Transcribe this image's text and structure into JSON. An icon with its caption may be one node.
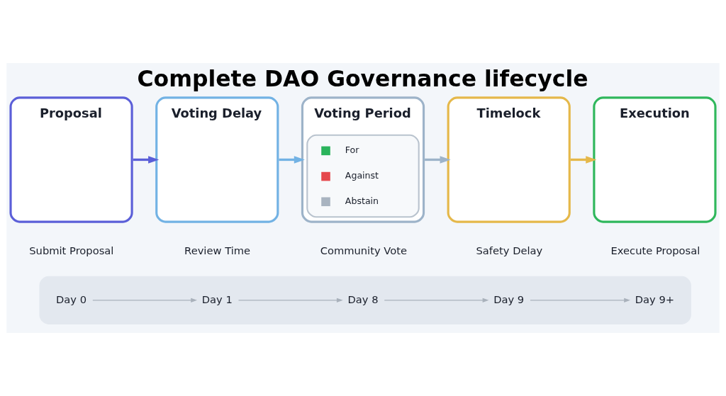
{
  "diagram": {
    "title": "Complete DAO Governance lifecycle",
    "nodes": [
      {
        "text": [
          "Proposal"
        ],
        "beside": [
          "Submit Proposal"
        ]
      },
      {
        "text": [
          "Voting Delay"
        ],
        "beside": [
          "Review Time"
        ]
      },
      {
        "text": [
          "Voting Period",
          "For",
          "Against",
          "Abstain"
        ],
        "beside": [
          "Community Vote"
        ]
      },
      {
        "text": [
          "Timelock"
        ],
        "beside": [
          "Safety Delay"
        ]
      },
      {
        "text": [
          "Execution"
        ],
        "beside": [
          "Execute Proposal"
        ]
      },
      {
        "text": [],
        "shape": "bar"
      },
      {
        "text": [
          "Day 0"
        ],
        "in": 5
      },
      {
        "text": [
          "Day 1"
        ],
        "in": 5
      },
      {
        "text": [
          "Day 8"
        ],
        "in": 5
      },
      {
        "text": [
          "Day 9"
        ],
        "in": 5
      },
      {
        "text": [
          "Day 9+"
        ],
        "in": 5
      }
    ],
    "edges": [
      {
        "from": 0,
        "to": 1,
        "arrow": "to",
        "style": "thick",
        "color": "#5b5fd8"
      },
      {
        "from": 1,
        "to": 2,
        "arrow": "to",
        "style": "thick",
        "color": "#72b2e4"
      },
      {
        "from": 2,
        "to": 3,
        "arrow": "to",
        "style": "thick",
        "color": "#9db3c9"
      },
      {
        "from": 3,
        "to": 4,
        "arrow": "to",
        "style": "thick",
        "color": "#e5b84a"
      },
      {
        "from": 6,
        "to": 7,
        "arrow": "to",
        "color": "#a9b1bb"
      },
      {
        "from": 7,
        "to": 8,
        "arrow": "to",
        "color": "#a9b1bb"
      },
      {
        "from": 8,
        "to": 9,
        "arrow": "to",
        "color": "#a9b1bb"
      },
      {
        "from": 9,
        "to": 10,
        "arrow": "to",
        "color": "#a9b1bb"
      }
    ]
  }
}
